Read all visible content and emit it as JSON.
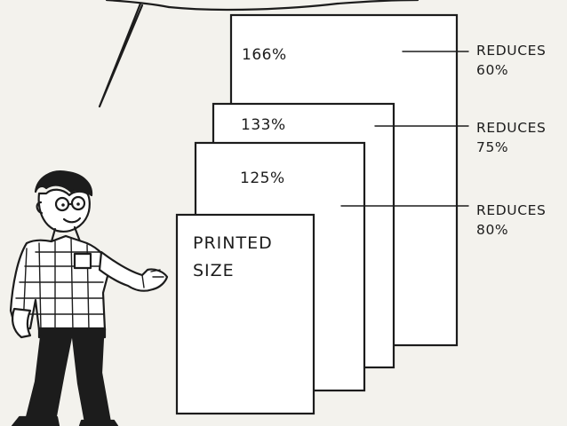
{
  "sheets": [
    {
      "label": "166%"
    },
    {
      "label": "133%"
    },
    {
      "label": "125%"
    },
    {
      "label_line1": "PRINTED",
      "label_line2": "SIZE"
    }
  ],
  "callouts": [
    {
      "line1": "REDUCES",
      "line2": "60%"
    },
    {
      "line1": "REDUCES",
      "line2": "75%"
    },
    {
      "line1": "REDUCES",
      "line2": "80%"
    }
  ],
  "colors": {
    "ink": "#1c1c1c",
    "paper": "#ffffff",
    "background": "#f3f2ed"
  },
  "illustration": {
    "character": "cartoon-man-presenting",
    "speech_bubble": "speech-bubble-tail"
  }
}
